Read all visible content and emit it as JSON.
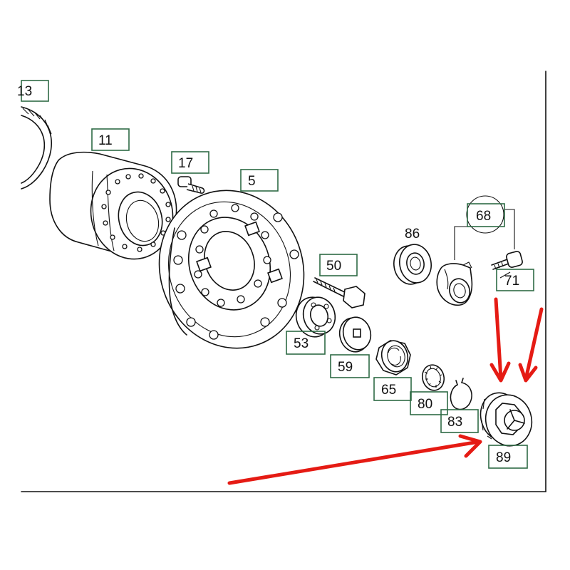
{
  "diagram": {
    "callouts": [
      {
        "id": "43",
        "label": "13"
      },
      {
        "id": "11",
        "label": "11"
      },
      {
        "id": "17",
        "label": "17"
      },
      {
        "id": "5",
        "label": "5"
      },
      {
        "id": "86",
        "label": "86"
      },
      {
        "id": "68",
        "label": "68"
      },
      {
        "id": "50",
        "label": "50"
      },
      {
        "id": "71",
        "label": "71"
      },
      {
        "id": "53",
        "label": "53"
      },
      {
        "id": "59",
        "label": "59"
      },
      {
        "id": "65",
        "label": "65"
      },
      {
        "id": "80",
        "label": "80"
      },
      {
        "id": "83",
        "label": "83"
      },
      {
        "id": "89",
        "label": "89"
      }
    ],
    "colors": {
      "arrow": "#e51b14",
      "callout_box": "#2e6b45",
      "line_art": "#111111",
      "background": "#ffffff"
    }
  }
}
